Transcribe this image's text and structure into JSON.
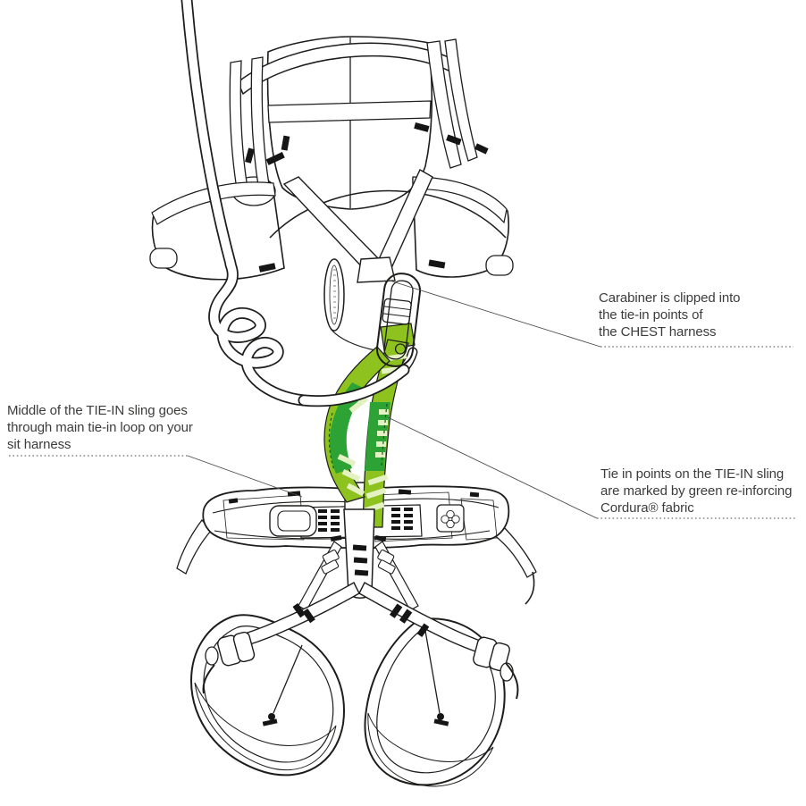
{
  "figure": {
    "subject": "harness-tie-in-diagram"
  },
  "annotations": {
    "carabiner": {
      "lines": [
        "Carabiner is clipped into",
        "the tie-in points of",
        "the CHEST harness"
      ]
    },
    "sling_middle": {
      "lines": [
        "Middle of the TIE-IN sling goes",
        "through main tie-in loop on your",
        "sit harness"
      ]
    },
    "tie_in_points": {
      "lines": [
        "Tie in points on the TIE-IN sling",
        "are marked by green re-inforcing",
        "Cordura® fabric"
      ]
    }
  },
  "colors": {
    "sling_light": "#8dc21f",
    "sling_dark": "#2ea335",
    "sling_stripe": "#e4f1c3",
    "line": "#1d1d1b",
    "text": "#3c3c3b"
  }
}
